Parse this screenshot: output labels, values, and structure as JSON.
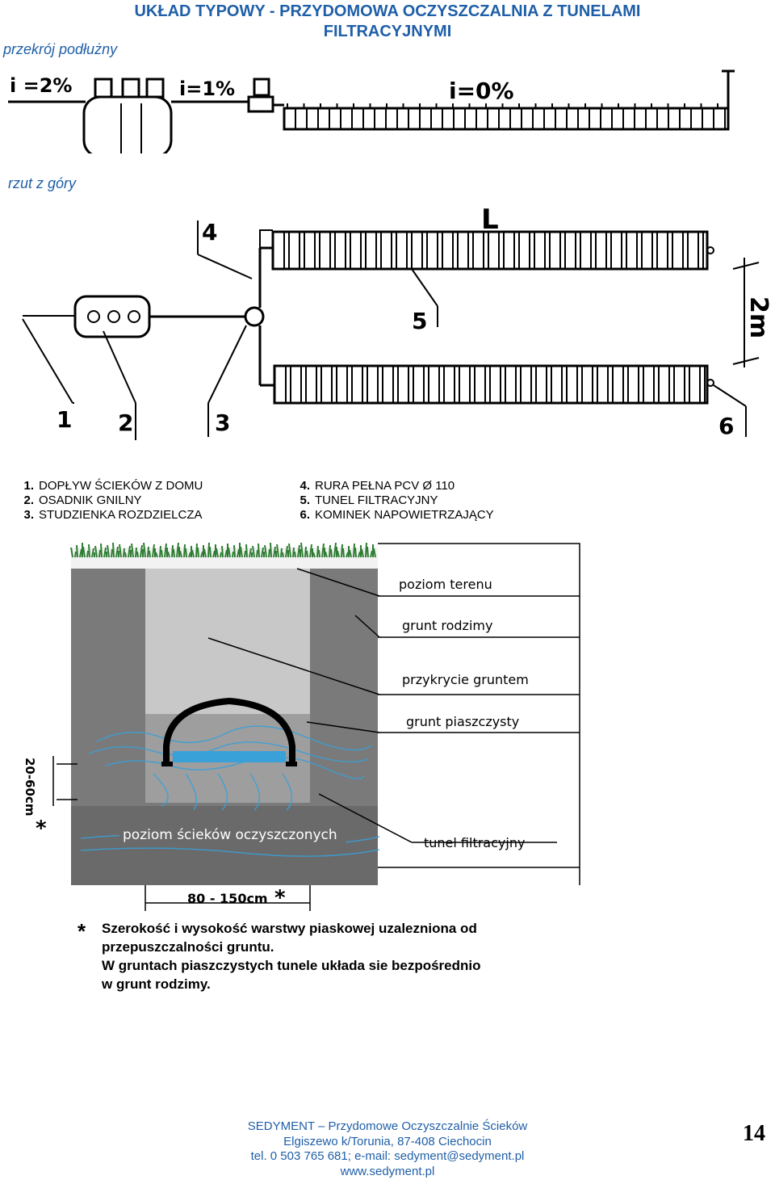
{
  "header": {
    "title_line1": "UKŁAD TYPOWY - PRZYDOMOWA OCZYSZCZALNIA Z TUNELAMI",
    "title_line2": "FILTRACYJNYMI",
    "section_long": "przekrój podłużny",
    "section_top": "rzut z góry"
  },
  "long_section": {
    "slope1": "i =2%",
    "slope2": "i=1%",
    "slope3": "i=0%"
  },
  "plan_view": {
    "num1": "1",
    "num2": "2",
    "num3": "3",
    "num4": "4",
    "num5": "5",
    "num6": "6",
    "length_label": "L",
    "spacing_label": "2m"
  },
  "legend": {
    "items": [
      {
        "num": "1.",
        "text": "DOPŁYW ŚCIEKÓW Z DOMU"
      },
      {
        "num": "2.",
        "text": "OSADNIK GNILNY"
      },
      {
        "num": "3.",
        "text": "STUDZIENKA ROZDZIELCZA"
      },
      {
        "num": "4.",
        "text": "RURA PEŁNA PCV Ø 110"
      },
      {
        "num": "5.",
        "text": "TUNEL FILTRACYJNY"
      },
      {
        "num": "6.",
        "text": "KOMINEK NAPOWIETRZAJĄCY"
      }
    ]
  },
  "cross_section": {
    "labels": {
      "ground_level": "poziom terenu",
      "native_soil": "grunt rodzimy",
      "soil_cover": "przykrycie gruntem",
      "sandy_soil": "grunt piaszczysty",
      "treated_level": "poziom ścieków oczyszczonych",
      "tunnel": "tunel filtracyjny",
      "depth": "20-60cm",
      "width": "80 - 150cm",
      "star": "*"
    }
  },
  "note": {
    "star": "*",
    "line1": "Szerokość i wysokość warstwy piaskowej uzalezniona od",
    "line2": "przepuszczalności gruntu.",
    "line3": "W gruntach piaszczystych tunele układa sie bezpośrednio",
    "line4": "w grunt rodzimy."
  },
  "footer": {
    "line1": "SEDYMENT – Przydomowe Oczyszczalnie Ścieków",
    "line2": "Elgiszewo k/Torunia,  87-408 Ciechocin",
    "line3": "tel. 0 503 765 681; e-mail: sedyment@sedyment.pl",
    "line4": "www.sedyment.pl",
    "page": "14"
  },
  "colors": {
    "title_blue": "#1f5fa8",
    "soil_dark": "#7a7a7a",
    "soil_light": "#c8c8c8",
    "water": "#3aa0d8",
    "grass": "#2e7d32"
  }
}
